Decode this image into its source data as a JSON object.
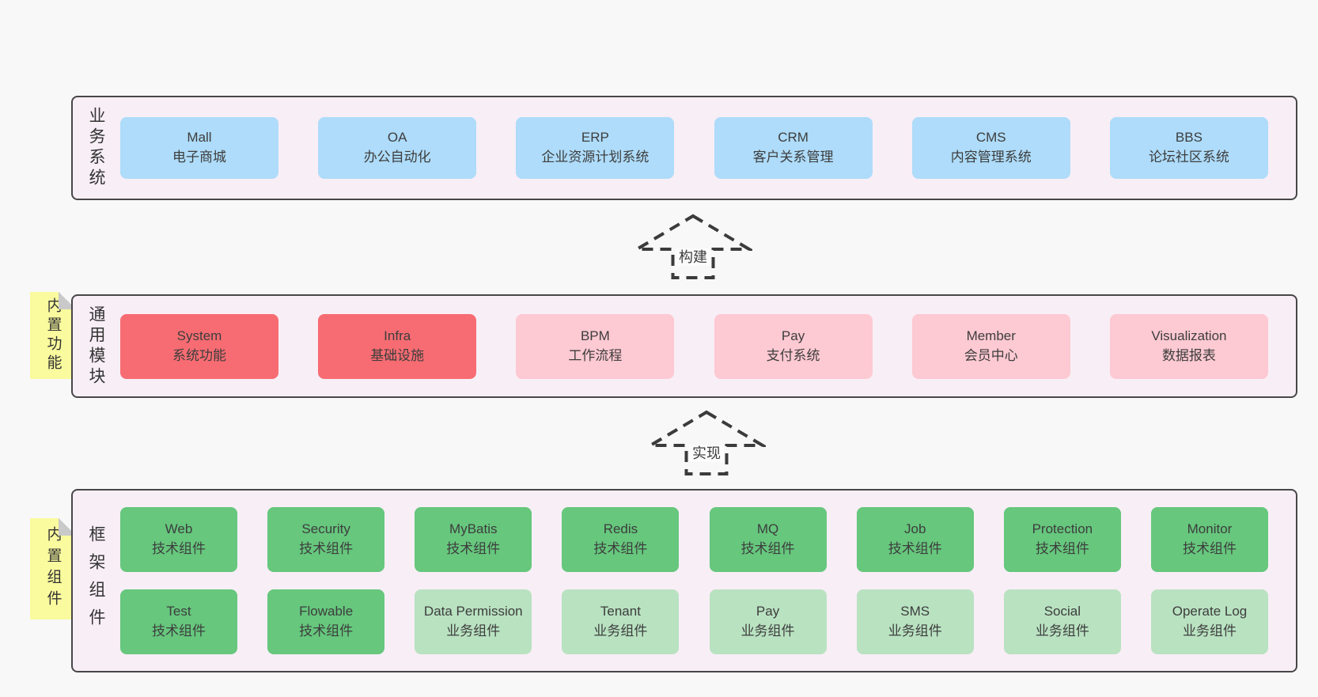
{
  "colors": {
    "page_bg": "#f8f8f8",
    "panel_bg": "#f8eef6",
    "panel_border": "#474747",
    "box_blue": "#aedcfa",
    "box_red": "#f76c72",
    "box_pink": "#fdc9d2",
    "box_green_dark": "#66c77d",
    "box_green_light": "#b9e2c1",
    "note_yellow": "#fafa9e",
    "note_fold": "#c9c9c9",
    "text": "#3d3d3d",
    "arrow_stroke": "#3b3b3b",
    "arrow_label_bg": "#fcfcfc"
  },
  "layers": [
    {
      "label": "业务系统",
      "boxes": [
        {
          "title": "Mall",
          "subtitle": "电子商城",
          "type": "blue"
        },
        {
          "title": "OA",
          "subtitle": "办公自动化",
          "type": "blue"
        },
        {
          "title": "ERP",
          "subtitle": "企业资源计划系统",
          "type": "blue"
        },
        {
          "title": "CRM",
          "subtitle": "客户关系管理",
          "type": "blue"
        },
        {
          "title": "CMS",
          "subtitle": "内容管理系统",
          "type": "blue"
        },
        {
          "title": "BBS",
          "subtitle": "论坛社区系统",
          "type": "blue"
        }
      ]
    },
    {
      "label": "通用模块",
      "tag": "内置功能",
      "boxes": [
        {
          "title": "System",
          "subtitle": "系统功能",
          "type": "red"
        },
        {
          "title": "Infra",
          "subtitle": "基础设施",
          "type": "red"
        },
        {
          "title": "BPM",
          "subtitle": "工作流程",
          "type": "pink"
        },
        {
          "title": "Pay",
          "subtitle": "支付系统",
          "type": "pink"
        },
        {
          "title": "Member",
          "subtitle": "会员中心",
          "type": "pink"
        },
        {
          "title": "Visualization",
          "subtitle": "数据报表",
          "type": "pink"
        }
      ]
    },
    {
      "label": "框架组件",
      "tag": "内置组件",
      "rows": [
        [
          {
            "title": "Web",
            "subtitle": "技术组件",
            "type": "green-dark"
          },
          {
            "title": "Security",
            "subtitle": "技术组件",
            "type": "green-dark"
          },
          {
            "title": "MyBatis",
            "subtitle": "技术组件",
            "type": "green-dark"
          },
          {
            "title": "Redis",
            "subtitle": "技术组件",
            "type": "green-dark"
          },
          {
            "title": "MQ",
            "subtitle": "技术组件",
            "type": "green-dark"
          },
          {
            "title": "Job",
            "subtitle": "技术组件",
            "type": "green-dark"
          },
          {
            "title": "Protection",
            "subtitle": "技术组件",
            "type": "green-dark"
          },
          {
            "title": "Monitor",
            "subtitle": "技术组件",
            "type": "green-dark"
          }
        ],
        [
          {
            "title": "Test",
            "subtitle": "技术组件",
            "type": "green-dark"
          },
          {
            "title": "Flowable",
            "subtitle": "技术组件",
            "type": "green-dark"
          },
          {
            "title": "Data Permission",
            "subtitle": "业务组件",
            "type": "green-light"
          },
          {
            "title": "Tenant",
            "subtitle": "业务组件",
            "type": "green-light"
          },
          {
            "title": "Pay",
            "subtitle": "业务组件",
            "type": "green-light"
          },
          {
            "title": "SMS",
            "subtitle": "业务组件",
            "type": "green-light"
          },
          {
            "title": "Social",
            "subtitle": "业务组件",
            "type": "green-light"
          },
          {
            "title": "Operate Log",
            "subtitle": "业务组件",
            "type": "green-light"
          }
        ]
      ]
    }
  ],
  "arrows": [
    {
      "label": "构建"
    },
    {
      "label": "实现"
    }
  ]
}
